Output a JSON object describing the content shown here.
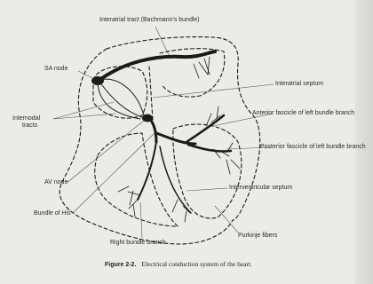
{
  "labels": {
    "interatrial_tract": "Interatrial tract (Bachmann's bundle)",
    "sa_node": "SA node",
    "interatrial_septum": "Interatrial septum",
    "internodal_tracts_line1": "Internodal",
    "internodal_tracts_line2": "tracts",
    "anterior_fascicle": "Anterior fascicle of left bundle branch",
    "posterior_fascicle": "Posterior fascicle of left bundle branch",
    "av_node": "AV node",
    "interventricular_septum": "Interventricular septum",
    "bundle_of_his": "Bundle of His",
    "right_bundle_branch": "Right bundle branch",
    "purkinje_fibers": "Purkinje fibers"
  },
  "caption": {
    "figure_number": "Figure 2-2.",
    "text": "Electrical conduction system of the heart."
  },
  "colors": {
    "ink": "#1a1a1a",
    "leader": "#555555",
    "background": "#ecebe6"
  }
}
